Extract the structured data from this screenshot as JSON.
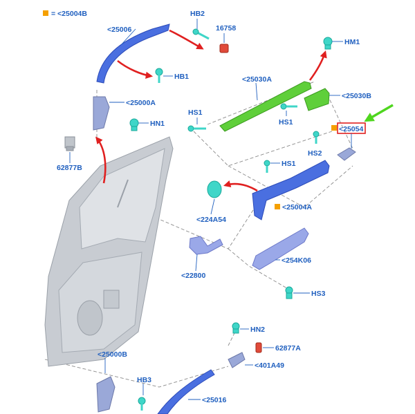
{
  "legend": {
    "text": "= <25004B",
    "marker_color": "#f5a000"
  },
  "labels": {
    "p25006": "<25006",
    "hb2": "HB2",
    "p16758": "16758",
    "hb1": "HB1",
    "p25000a": "<25000A",
    "hn1": "HN1",
    "p62877b": "62877B",
    "hm1": "HM1",
    "p25030a": "<25030A",
    "p25030b": "<25030B",
    "hs1a": "HS1",
    "hs1b": "HS1",
    "hs1c": "HS1",
    "p25054": "<25054",
    "hs2": "HS2",
    "p25004a": "<25004A",
    "p224a54": "<224A54",
    "p254k06": "<254K06",
    "p22800": "<22800",
    "hs3": "HS3",
    "hn2": "HN2",
    "p62877a": "62877A",
    "p401a49": "<401A49",
    "p25000b": "<25000B",
    "hb3": "HB3",
    "p25016": "<25016"
  },
  "colors": {
    "label": "#1f5fbf",
    "part_blue": "#4a6fe0",
    "part_green": "#5fcf3a",
    "fastener_teal": "#3fd6c8",
    "part_red": "#e04a3a",
    "arrow_red": "#e02020",
    "arrow_green": "#4fd61f",
    "highlight_box": "#e02020",
    "orange_marker": "#f5a000",
    "door_gray": "#c8ccd2"
  },
  "highlighted_part": "<25054"
}
